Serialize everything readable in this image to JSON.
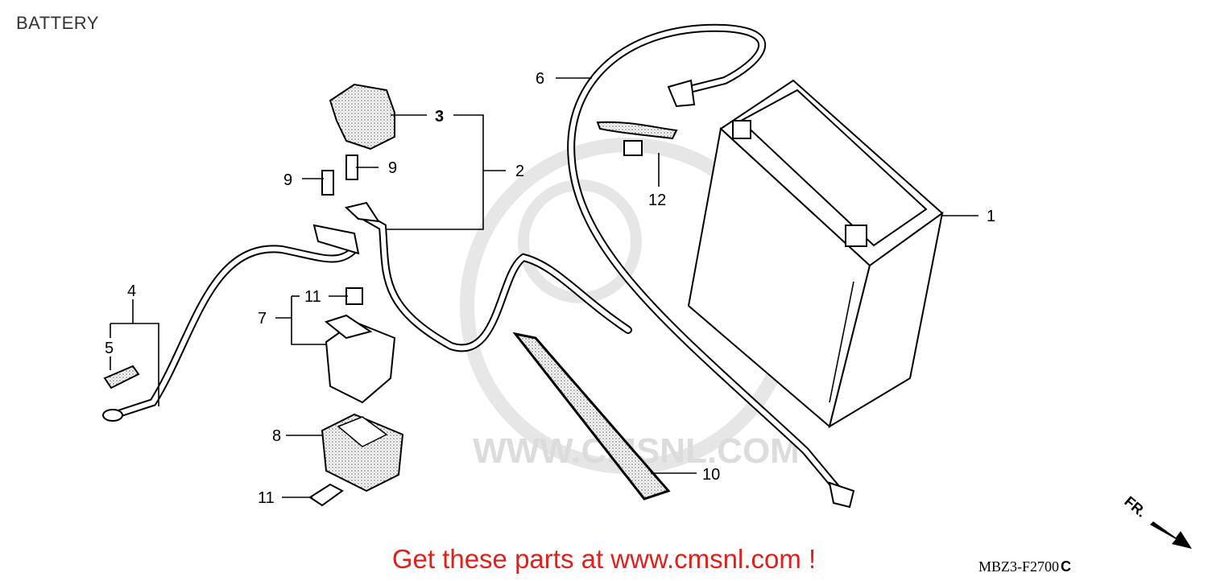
{
  "title": "BATTERY",
  "callouts": {
    "c1": "1",
    "c2": "2",
    "c3": "3",
    "c4": "4",
    "c5": "5",
    "c6": "6",
    "c7": "7",
    "c8": "8",
    "c9a": "9",
    "c9b": "9",
    "c10": "10",
    "c11a": "11",
    "c11b": "11",
    "c12": "12"
  },
  "watermark_url": "WWW.CMSNL.COM",
  "direction_label": "FR.",
  "part_code": "MBZ3-F2700",
  "part_code_suffix": "C",
  "ad_text": "Get these parts at www.cmsnl.com !"
}
